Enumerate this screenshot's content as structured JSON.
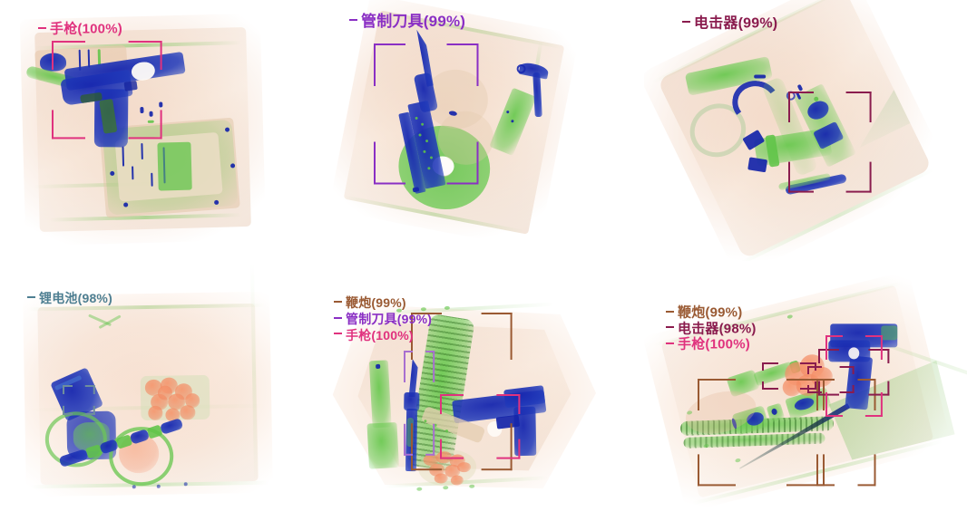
{
  "view": {
    "type": "xray-detection-grid",
    "rows": 2,
    "cols": 3,
    "background": "#ffffff"
  },
  "colors": {
    "gun_pink": "#e0327e",
    "knife_purple": "#8a2fc4",
    "stun_maroon": "#8a1c4e",
    "battery_slate": "#4e7f92",
    "firework_brown": "#9a5a33",
    "xray_blue": "#1c2bb0",
    "xray_green": "#5fc24a",
    "xray_organic": "#f2835c",
    "bag_tan": "#f0dbc9"
  },
  "panels": [
    {
      "id": "panel-1",
      "name": "xray-panel-handgun-tablet",
      "labels": [
        {
          "name": "手枪",
          "confidence": "100%",
          "text": "手枪(100%)",
          "color": "#e0327e"
        }
      ],
      "boxes": [
        {
          "label": "手枪",
          "color": "#e0327e"
        }
      ]
    },
    {
      "id": "panel-2",
      "name": "xray-panel-knife-disc",
      "labels": [
        {
          "name": "管制刀具",
          "confidence": "99%",
          "text": "管制刀具(99%)",
          "color": "#8a2fc4"
        }
      ],
      "boxes": [
        {
          "label": "管制刀具",
          "color": "#8a2fc4"
        }
      ]
    },
    {
      "id": "panel-3",
      "name": "xray-panel-stun-gun",
      "labels": [
        {
          "name": "电击器",
          "confidence": "99%",
          "text": "电击器(99%)",
          "color": "#8a1c4e"
        }
      ],
      "boxes": [
        {
          "label": "电击器",
          "color": "#8a1c4e"
        }
      ]
    },
    {
      "id": "panel-4",
      "name": "xray-panel-lithium-battery",
      "labels": [
        {
          "name": "锂电池",
          "confidence": "98%",
          "text": "锂电池(98%)",
          "color": "#4e7f92"
        }
      ],
      "boxes": [
        {
          "label": "锂电池",
          "color": "#4e7f92"
        }
      ]
    },
    {
      "id": "panel-5",
      "name": "xray-panel-multi-firework-knife-gun",
      "labels": [
        {
          "name": "鞭炮",
          "confidence": "99%",
          "text": "鞭炮(99%)",
          "color": "#9a5a33"
        },
        {
          "name": "管制刀具",
          "confidence": "99%",
          "text": "管制刀具(99%)",
          "color": "#8a2fc4"
        },
        {
          "name": "手枪",
          "confidence": "100%",
          "text": "手枪(100%)",
          "color": "#e0327e"
        }
      ],
      "boxes": [
        {
          "label": "鞭炮",
          "color": "#9a5a33"
        },
        {
          "label": "管制刀具",
          "color": "#8a2fc4"
        },
        {
          "label": "手枪",
          "color": "#e0327e"
        }
      ]
    },
    {
      "id": "panel-6",
      "name": "xray-panel-multi-firework-stun-gun",
      "labels": [
        {
          "name": "鞭炮",
          "confidence": "99%",
          "text": "鞭炮(99%)",
          "color": "#9a5a33"
        },
        {
          "name": "电击器",
          "confidence": "98%",
          "text": "电击器(98%)",
          "color": "#8a1c4e"
        },
        {
          "name": "手枪",
          "confidence": "100%",
          "text": "手枪(100%)",
          "color": "#e0327e"
        }
      ],
      "boxes": [
        {
          "label": "鞭炮",
          "color": "#9a5a33"
        },
        {
          "label": "电击器",
          "color": "#8a1c4e"
        },
        {
          "label": "手枪",
          "color": "#e0327e"
        }
      ]
    }
  ]
}
